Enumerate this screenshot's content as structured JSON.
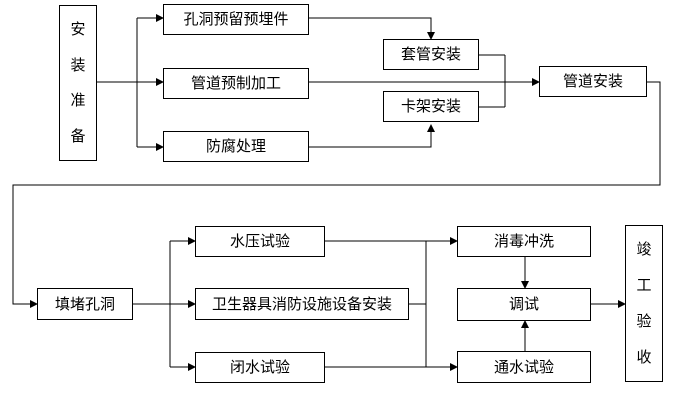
{
  "diagram": {
    "boxes": {
      "install_prep": {
        "chars": [
          "安",
          "装",
          "准",
          "备"
        ]
      },
      "reserved_holes": {
        "label": "孔洞预留预埋件"
      },
      "pipe_prefab": {
        "label": "管道预制加工"
      },
      "anticorrosion": {
        "label": "防腐处理"
      },
      "sleeve_install": {
        "label": "套管安装"
      },
      "bracket_install": {
        "label": "卡架安装"
      },
      "pipe_install": {
        "label": "管道安装"
      },
      "fill_holes": {
        "label": "填堵孔洞"
      },
      "pressure_test": {
        "label": "水压试验"
      },
      "fixture_install": {
        "label": "卫生器具消防设施设备安装"
      },
      "closed_water_test": {
        "label": "闭水试验"
      },
      "disinfect_flush": {
        "label": "消毒冲洗"
      },
      "debugging": {
        "label": "调试"
      },
      "flow_test": {
        "label": "通水试验"
      },
      "completion_acceptance": {
        "chars": [
          "竣",
          "工",
          "验",
          "收"
        ]
      }
    }
  }
}
